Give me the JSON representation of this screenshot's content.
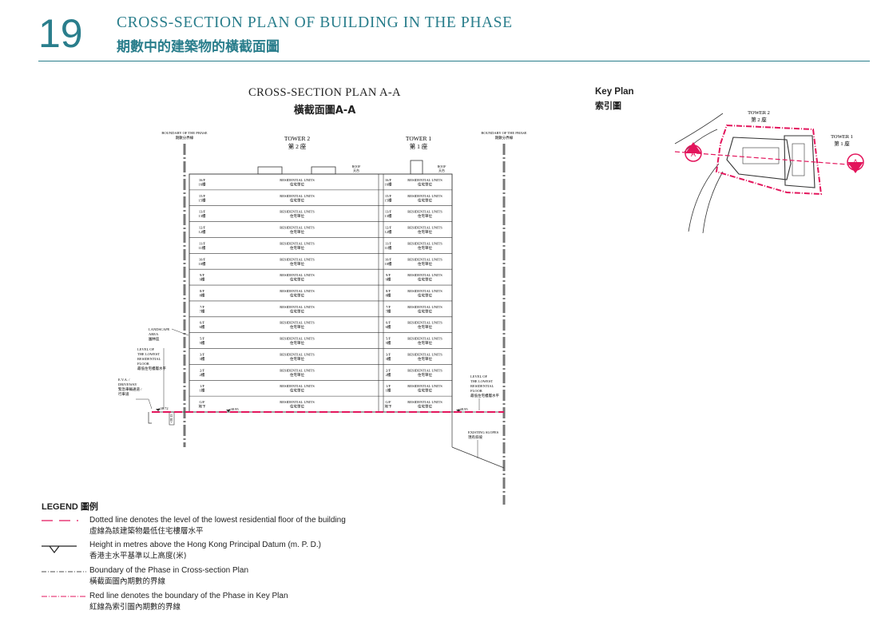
{
  "header": {
    "page_number": "19",
    "title_en": "CROSS-SECTION PLAN OF BUILDING IN THE PHASE",
    "title_zh": "期數中的建築物的橫截面圖"
  },
  "section": {
    "title_en": "CROSS-SECTION PLAN A-A",
    "title_zh": "橫截面圖A-A",
    "boundary_label_en": "BOUNDARY OF THE PHASE",
    "boundary_label_zh": "期數分界線",
    "tower2_en": "TOWER 2",
    "tower2_zh": "第 2 座",
    "tower1_en": "TOWER 1",
    "tower1_zh": "第 1 座",
    "roof_en": "ROOF",
    "roof_zh": "天台",
    "unit_en": "RESIDENTIAL UNITS",
    "unit_zh": "住宅單位",
    "floors": [
      {
        "en": "16/F",
        "zh": "16樓"
      },
      {
        "en": "15/F",
        "zh": "15樓"
      },
      {
        "en": "13/F",
        "zh": "13樓"
      },
      {
        "en": "12/F",
        "zh": "12樓"
      },
      {
        "en": "11/F",
        "zh": "11樓"
      },
      {
        "en": "10/F",
        "zh": "10樓"
      },
      {
        "en": "9/F",
        "zh": "9樓"
      },
      {
        "en": "8/F",
        "zh": "8樓"
      },
      {
        "en": "7/F",
        "zh": "7樓"
      },
      {
        "en": "6/F",
        "zh": "6樓"
      },
      {
        "en": "5/F",
        "zh": "5樓"
      },
      {
        "en": "3/F",
        "zh": "3樓"
      },
      {
        "en": "2/F",
        "zh": "2樓"
      },
      {
        "en": "1/F",
        "zh": "1樓"
      },
      {
        "en": "G/F",
        "zh": "地下"
      }
    ],
    "landscape_en_1": "LANDSCAPE",
    "landscape_en_2": "AREA",
    "landscape_zh": "園林區",
    "lowest_level_lines": [
      "LEVEL OF",
      "THE LOWEST",
      "RESIDENTIAL",
      "FLOOR"
    ],
    "lowest_level_zh": "最低住宅樓層水平",
    "eva_lines": [
      "E.V.A. /",
      "DRIVEWAY"
    ],
    "eva_zh_1": "緊急車輛通道 /",
    "eva_zh_2": "行車道",
    "existing_slopes_en": "EXISTING SLOPES",
    "existing_slopes_zh": "現有斜坡",
    "level_1": "+38.72",
    "level_2": "+38.95",
    "level_3": "+38.95",
    "level_vert": "+38.15"
  },
  "key_plan": {
    "title_en": "Key Plan",
    "title_zh": "索引圖",
    "tower2_en": "TOWER 2",
    "tower2_zh": "第 2 座",
    "tower1_en": "TOWER 1",
    "tower1_zh": "第 1 座",
    "section_marker": "A",
    "accent_color": "#e3155c"
  },
  "legend": {
    "title": "LEGEND 圖例",
    "items": [
      {
        "en": "Dotted line denotes the level of the lowest residential floor of the building",
        "zh": "虛線為該建築物最低住宅樓層水平"
      },
      {
        "en": "Height in metres above the Hong Kong Principal Datum (m. P. D.)",
        "zh": "香港主水平基準以上高度(米)"
      },
      {
        "en": "Boundary of the Phase in Cross-section Plan",
        "zh": "橫截面圖內期數的界線"
      },
      {
        "en": "Red line denotes the boundary of the Phase in Key Plan",
        "zh": "紅線為索引圖內期數的界線"
      }
    ]
  }
}
